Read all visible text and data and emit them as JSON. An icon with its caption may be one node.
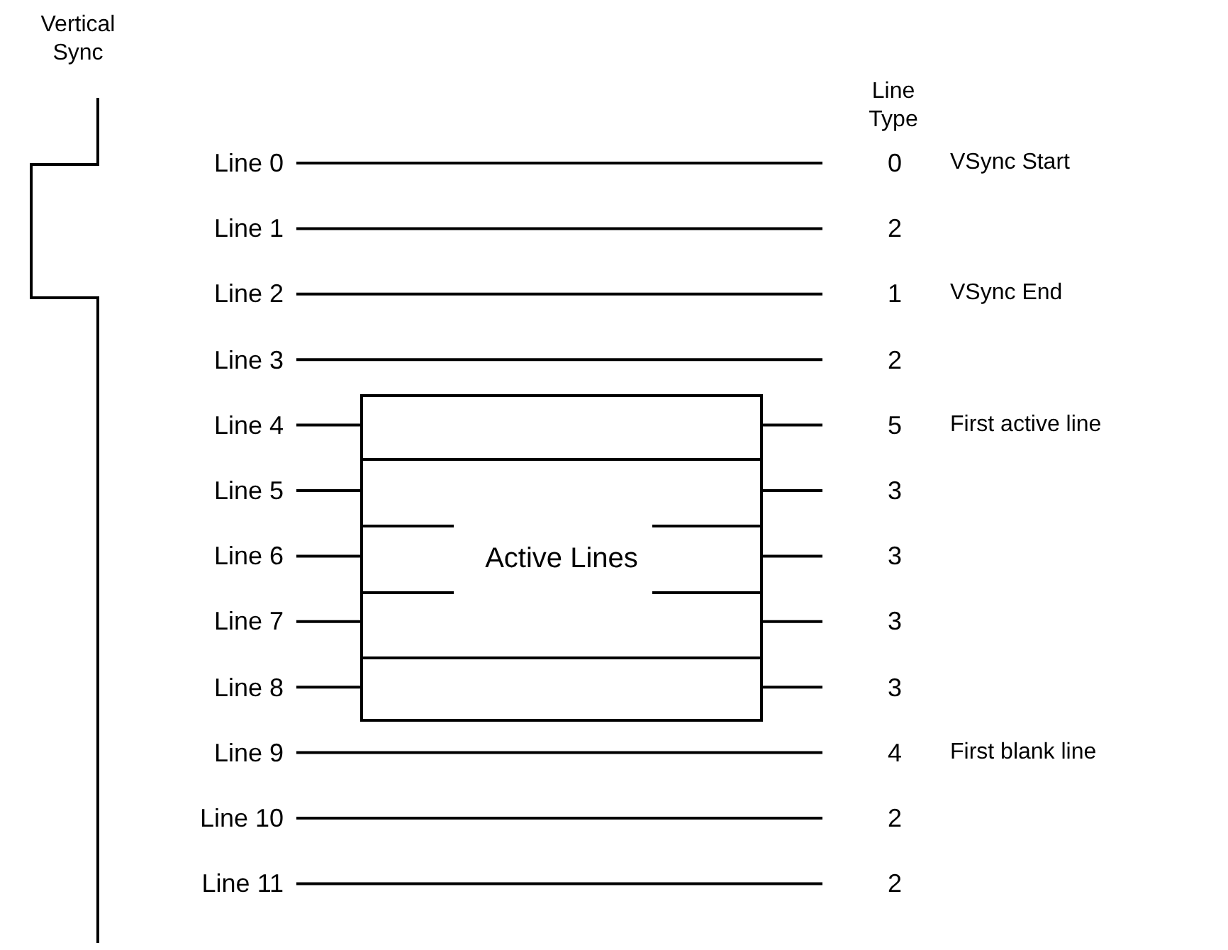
{
  "diagram": {
    "nodes": [
      {
        "text": [
          "Line 0"
        ]
      },
      {
        "text": [
          "0"
        ],
        "beside": [
          "VSync Start"
        ]
      },
      {
        "text": [
          "Line 1"
        ]
      },
      {
        "text": [
          "2"
        ]
      },
      {
        "text": [
          "Line 2"
        ]
      },
      {
        "text": [
          "1"
        ],
        "beside": [
          "VSync End"
        ]
      },
      {
        "text": [
          "Line 3"
        ]
      },
      {
        "text": [
          "2"
        ]
      },
      {
        "text": [
          "Line 4"
        ]
      },
      {
        "text": [
          "Active Lines"
        ]
      },
      {
        "text": [
          "5"
        ],
        "beside": [
          "First active line"
        ]
      },
      {
        "text": [
          "Line 5"
        ]
      },
      {
        "text": [
          "3"
        ]
      },
      {
        "text": [
          "Line 6"
        ]
      },
      {
        "text": [
          "3"
        ]
      },
      {
        "text": [
          "Line 7"
        ]
      },
      {
        "text": [
          "3"
        ]
      },
      {
        "text": [
          "Line 8"
        ]
      },
      {
        "text": [
          "3"
        ]
      },
      {
        "text": [
          "Line 9"
        ]
      },
      {
        "text": [
          "4"
        ],
        "beside": [
          "First blank line"
        ]
      },
      {
        "text": [
          "Line 10"
        ]
      },
      {
        "text": [
          "2"
        ]
      },
      {
        "text": [
          "Line 11"
        ]
      },
      {
        "text": [
          "2"
        ]
      }
    ],
    "edges": [
      {
        "from": 0,
        "to": 1,
        "arrow": "none"
      },
      {
        "from": 2,
        "to": 3,
        "arrow": "none"
      },
      {
        "from": 4,
        "to": 5,
        "arrow": "none"
      },
      {
        "from": 6,
        "to": 7,
        "arrow": "none"
      },
      {
        "from": 8,
        "to": 9,
        "arrow": "none"
      },
      {
        "from": 9,
        "to": 10,
        "arrow": "none"
      },
      {
        "from": 11,
        "to": 9,
        "arrow": "none"
      },
      {
        "from": 9,
        "to": 12,
        "arrow": "none"
      },
      {
        "from": 13,
        "to": 9,
        "arrow": "none"
      },
      {
        "from": 9,
        "to": 14,
        "arrow": "none"
      },
      {
        "from": 15,
        "to": 9,
        "arrow": "none"
      },
      {
        "from": 9,
        "to": 16,
        "arrow": "none"
      },
      {
        "from": 17,
        "to": 9,
        "arrow": "none"
      },
      {
        "from": 9,
        "to": 18,
        "arrow": "none"
      },
      {
        "from": 19,
        "to": 20,
        "arrow": "none"
      },
      {
        "from": 21,
        "to": 22,
        "arrow": "none"
      },
      {
        "from": 23,
        "to": 24,
        "arrow": "none"
      }
    ],
    "labels": [
      "Vertical Sync",
      "Line Type"
    ]
  }
}
